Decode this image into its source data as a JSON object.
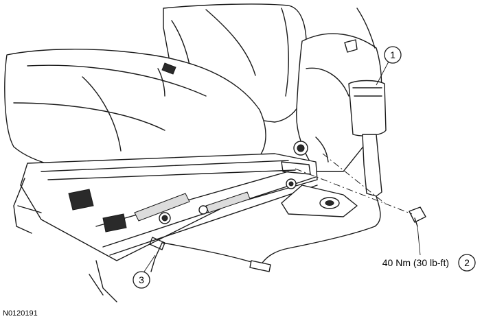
{
  "callouts": [
    {
      "id": "1",
      "label": "1"
    },
    {
      "id": "2",
      "label": "2"
    },
    {
      "id": "3",
      "label": "3"
    }
  ],
  "torque_spec": "40 Nm (30 lb-ft)",
  "figure_id": "N0120191"
}
